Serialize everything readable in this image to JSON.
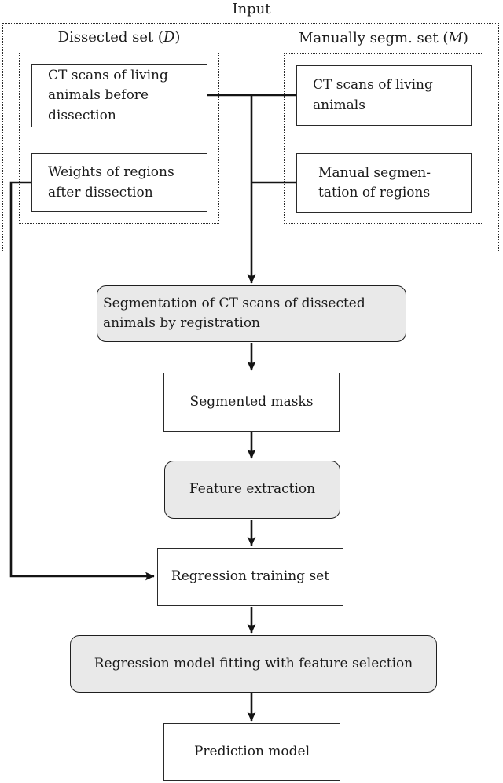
{
  "title": "Input",
  "palette": {
    "node_fill_gray": "#e9e9e9",
    "node_fill_white": "#ffffff",
    "line_color": "#141414",
    "dotted_frame_color": "#2b2b2b"
  },
  "groups": {
    "dissected": {
      "prefix": "Dissected set (",
      "symbol": "D",
      "suffix": ")"
    },
    "manual": {
      "prefix": "Manually segm. set (",
      "symbol": "M",
      "suffix": ")"
    }
  },
  "nodes": {
    "ct_before": "CT scans of living\nanimals before\ndissection",
    "weights": "Weights of regions\nafter dissection",
    "ct_living": "CT scans of living\nanimals",
    "manual_seg": "Manual segmen-\ntation of regions",
    "segmentation": "Segmentation of CT scans of dissected\nanimals by registration",
    "segmented_masks": "Segmented masks",
    "feature_extraction": "Feature extraction",
    "regression_training": "Regression training set",
    "model_fitting": "Regression model fitting with feature selection",
    "prediction_model": "Prediction model"
  },
  "edges": [
    {
      "from": "ct_before",
      "to": "ct_living"
    },
    {
      "from": "input-junction",
      "to": "segmentation"
    },
    {
      "from": "input-junction",
      "to": "manual_seg"
    },
    {
      "from": "weights",
      "to": "regression_training"
    },
    {
      "from": "segmentation",
      "to": "segmented_masks"
    },
    {
      "from": "segmented_masks",
      "to": "feature_extraction"
    },
    {
      "from": "feature_extraction",
      "to": "regression_training"
    },
    {
      "from": "regression_training",
      "to": "model_fitting"
    },
    {
      "from": "model_fitting",
      "to": "prediction_model"
    }
  ]
}
